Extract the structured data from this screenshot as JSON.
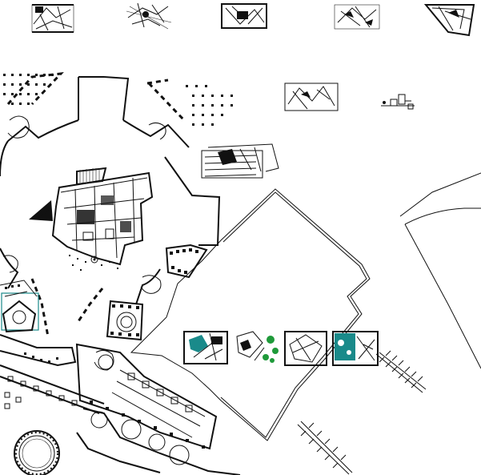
{
  "canvas": {
    "background": "#ffffff",
    "line_color": "#111111",
    "accent_teal": "#1a8a8a",
    "accent_green": "#1f9a3a"
  },
  "top_thumbnails": [
    "thumb-1",
    "thumb-2",
    "thumb-3",
    "thumb-4",
    "thumb-5"
  ],
  "detail_panels": [
    "panel-teal-1",
    "panel-green",
    "panel-plan",
    "panel-teal-2"
  ]
}
